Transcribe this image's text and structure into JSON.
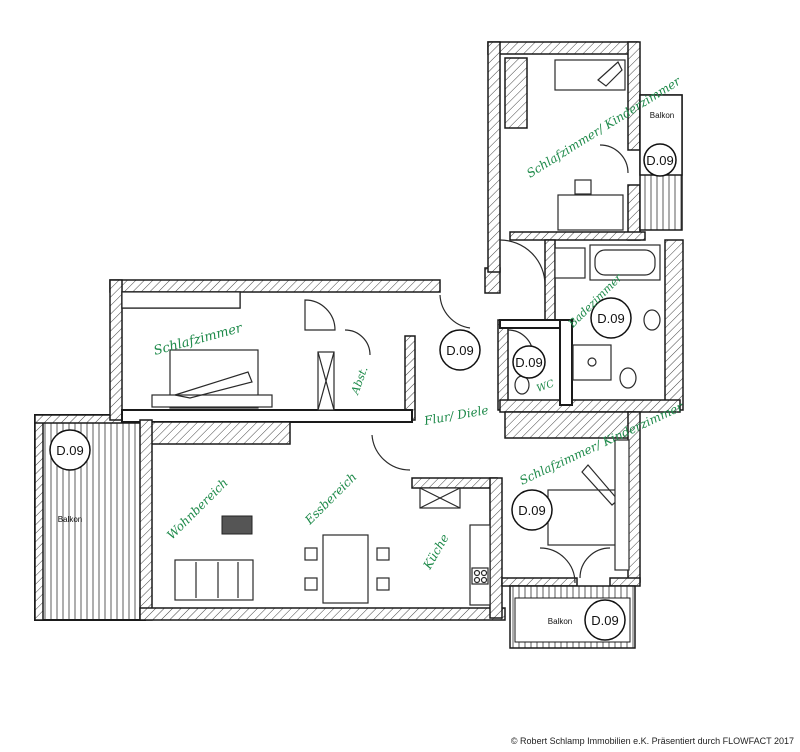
{
  "rooms": {
    "schlafzimmer_top_right": "Schlafzimmer/ Kinderzimmer",
    "schlafzimmer_left": "Schlafzimmer",
    "abst": "Abst.",
    "flur": "Flur/ Diele",
    "bad": "Badezimmer",
    "wc": "WC",
    "schlafzimmer_bottom_right": "Schlafzimmer/ Kinderzimmer",
    "wohnbereich": "Wohnbereich",
    "essbereich": "Essbereich",
    "kueche": "Küche"
  },
  "balconies": {
    "top_right": "Balkon",
    "left": "Balkon",
    "bottom_right": "Balkon"
  },
  "unit_labels": {
    "balkon_top_right": "D.09",
    "flur": "D.09",
    "bad": "D.09",
    "wc": "D.09",
    "schlafzimmer_bottom": "D.09",
    "balkon_left": "D.09",
    "balkon_bottom": "D.09"
  },
  "footer": {
    "copyright": "© Robert Schlamp Immobilien e.K. Präsentiert durch FLOWFACT 2017"
  }
}
